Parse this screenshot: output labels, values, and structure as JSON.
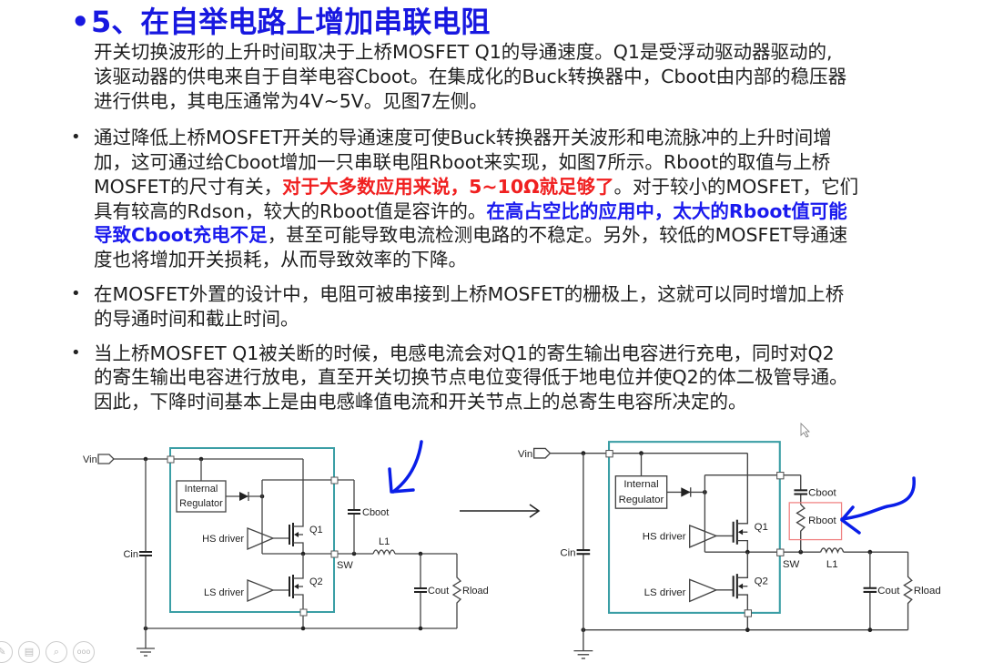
{
  "title": {
    "bullet": "•",
    "text": "5、在自举电路上增加串联电阻"
  },
  "intro": {
    "lines": [
      "开关切换波形的上升时间取决于上桥MOSFET Q1的导通速度。Q1是受浮动驱动器驱动的,",
      "该驱动器的供电来自于自举电容Cboot。在集成化的Buck转换器中，Cboot由内部的稳压器",
      "进行供电，其电压通常为4V~5V。见图7左侧。"
    ]
  },
  "bullets": [
    {
      "bullet": "•",
      "lines": [
        [
          "通过降低上桥MOSFET开关的导通速度可使Buck转换器开关波形和电流脉冲的上升时间增"
        ],
        [
          "加，这可通过给Cboot增加一只串联电阻Rboot来实现，如图7所示。Rboot的取值与上桥"
        ],
        [
          "MOSFET的尺寸有关，",
          "对于大多数应用来说，5~10Ω就足够了",
          "。对于较小的MOSFET，它们"
        ],
        [
          "具有较高的Rdson，较大的Rboot值是容许的。",
          "在高占空比的应用中，太大的Rboot值可能"
        ],
        [
          "导致Cboot充电不足",
          "，甚至可能导致电流检测电路的不稳定。另外，较低的MOSFET导通速"
        ],
        [
          "度也将增加开关损耗，从而导致效率的下降。"
        ]
      ]
    },
    {
      "bullet": "•",
      "lines": [
        [
          "在MOSFET外置的设计中，电阻可被串接到上桥MOSFET的栅极上，这就可以同时增加上桥"
        ],
        [
          "的导通时间和截止时间。"
        ]
      ]
    },
    {
      "bullet": "•",
      "lines": [
        [
          "当上桥MOSFET Q1被关断的时候，电感电流会对Q1的寄生输出电容进行充电，同时对Q2"
        ],
        [
          "的寄生输出电容进行放电，直至开关切换节点电位变得低于地电位并使Q2的体二极管导通。"
        ],
        [
          "因此，下降时间基本上是由电感峰值电流和开关节点上的总寄生电容所决定的。"
        ]
      ]
    }
  ],
  "circuit": {
    "vin": "Vin",
    "cin": "Cin",
    "internal": "Internal",
    "regulator": "Regulator",
    "hs_driver": "HS driver",
    "ls_driver": "LS driver",
    "q1": "Q1",
    "q2": "Q2",
    "cboot": "Cboot",
    "rboot": "Rboot",
    "sw": "SW",
    "l1": "L1",
    "cout": "Cout",
    "rload": "Rload"
  },
  "colors": {
    "title": "#1818e0",
    "highlight_red": "#f02020",
    "highlight_blue": "#1a1aee",
    "ic_box": "#3a9ea5",
    "annotation": "#0a1ee8"
  },
  "toolbar": {
    "icons": [
      "pen-icon",
      "slides-icon",
      "zoom-icon",
      "more-icon"
    ],
    "more_label": "ooo"
  }
}
